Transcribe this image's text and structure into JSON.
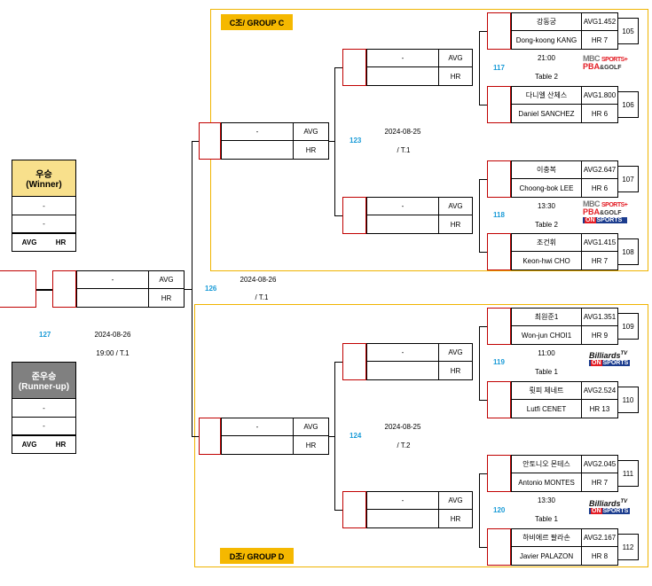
{
  "groups": {
    "c_label": "C조/ GROUP C",
    "d_label": "D조/ GROUP D"
  },
  "players": [
    {
      "kr": "강동궁",
      "en": "Dong-koong KANG",
      "avg": "AVG1.452",
      "hr": "HR 7",
      "seed": "105"
    },
    {
      "kr": "다니엘 산체스",
      "en": "Daniel SANCHEZ",
      "avg": "AVG1.800",
      "hr": "HR 6",
      "seed": "106"
    },
    {
      "kr": "이충복",
      "en": "Choong-bok LEE",
      "avg": "AVG2.647",
      "hr": "HR 6",
      "seed": "107"
    },
    {
      "kr": "조건휘",
      "en": "Keon-hwi CHO",
      "avg": "AVG1.415",
      "hr": "HR 7",
      "seed": "108"
    },
    {
      "kr": "최원준1",
      "en": "Won-jun CHOI1",
      "avg": "AVG1.351",
      "hr": "HR 9",
      "seed": "109"
    },
    {
      "kr": "륏피 체네트",
      "en": "Lutfi CENET",
      "avg": "AVG2.524",
      "hr": "HR 13",
      "seed": "110"
    },
    {
      "kr": "안토니오 몬테스",
      "en": "Antonio MONTES",
      "avg": "AVG2.045",
      "hr": "HR 7",
      "seed": "111"
    },
    {
      "kr": "하비에르 팔라손",
      "en": "Javier PALAZON",
      "avg": "AVG2.167",
      "hr": "HR 8",
      "seed": "112"
    }
  ],
  "matches": {
    "m117": {
      "no": "117",
      "time": "21:00",
      "table": "Table 2"
    },
    "m118": {
      "no": "118",
      "time": "13:30",
      "table": "Table 2"
    },
    "m119": {
      "no": "119",
      "time": "11:00",
      "table": "Table 1"
    },
    "m120": {
      "no": "120",
      "time": "13:30",
      "table": "Table 1"
    },
    "m123": {
      "no": "123",
      "date": "2024-08-25",
      "table": "/ T.1"
    },
    "m124": {
      "no": "124",
      "date": "2024-08-25",
      "table": "/ T.2"
    },
    "m126": {
      "no": "126",
      "date": "2024-08-26",
      "table": "/ T.1"
    },
    "m127": {
      "no": "127",
      "date": "2024-08-26",
      "time_table": "19:00 / T.1"
    }
  },
  "slot": {
    "dash": "-",
    "avg": "AVG",
    "hr": "HR"
  },
  "winner": {
    "kr": "우승",
    "en": "(Winner)"
  },
  "runner_up": {
    "kr": "준우승",
    "en": "(Runner-up)"
  },
  "broadcasters": {
    "mbc": "MBC",
    "sports": "SPORTS+",
    "pba": "PBA",
    "golf": "&GOLF",
    "on": "ON",
    "on_sports": "SPORTS",
    "billiards": "Billiards",
    "tv": "TV"
  },
  "colors": {
    "group_border": "#f0b400",
    "label_bg": "#f5b800",
    "seed_border": "#c00000",
    "match_no": "#1a9bd7"
  }
}
